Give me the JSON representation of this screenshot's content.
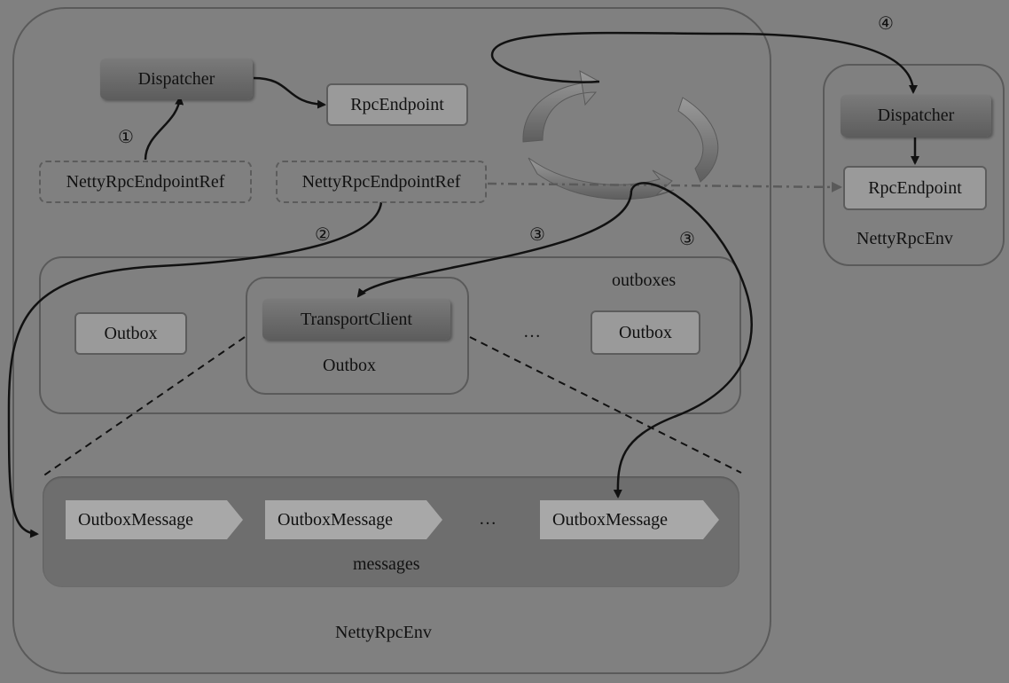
{
  "env_left": {
    "title": "NettyRpcEnv",
    "dispatcher": "Dispatcher",
    "rpc_endpoint": "RpcEndpoint",
    "endpoint_ref_1": "NettyRpcEndpointRef",
    "endpoint_ref_2": "NettyRpcEndpointRef",
    "outboxes": {
      "label": "outboxes",
      "outbox_1": "Outbox",
      "outbox_main": "Outbox",
      "transport_client": "TransportClient",
      "ellipsis": "…",
      "outbox_last": "Outbox"
    },
    "messages": {
      "label": "messages",
      "items": [
        "OutboxMessage",
        "OutboxMessage",
        "OutboxMessage"
      ],
      "ellipsis": "…"
    }
  },
  "env_right": {
    "title": "NettyRpcEnv",
    "dispatcher": "Dispatcher",
    "rpc_endpoint": "RpcEndpoint"
  },
  "steps": {
    "s1": "①",
    "s2": "②",
    "s3a": "③",
    "s3b": "③",
    "s4": "④"
  }
}
